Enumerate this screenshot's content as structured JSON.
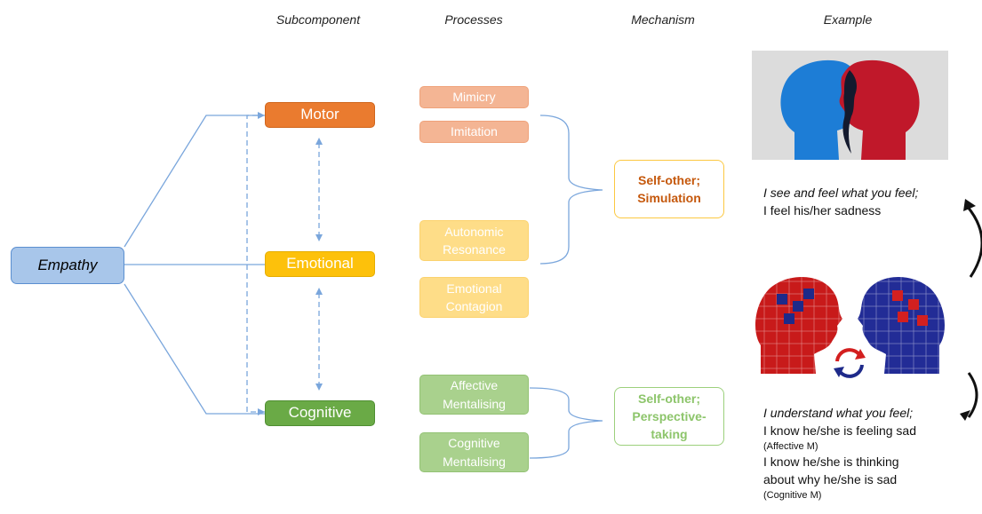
{
  "headers": {
    "subcomponent": "Subcomponent",
    "processes": "Processes",
    "mechanism": "Mechanism",
    "example": "Example"
  },
  "root": {
    "label": "Empathy"
  },
  "subcomponents": {
    "motor": "Motor",
    "emotional": "Emotional",
    "cognitive": "Cognitive"
  },
  "processes": {
    "mimicry": "Mimicry",
    "imitation": "Imitation",
    "autonomic_line1": "Autonomic",
    "autonomic_line2": "Resonance",
    "contagion_line1": "Emotional",
    "contagion_line2": "Contagion",
    "affective_line1": "Affective",
    "affective_line2": "Mentalising",
    "cognitive_line1": "Cognitive",
    "cognitive_line2": "Mentalising"
  },
  "mechanisms": {
    "simulation_line1": "Self-other;",
    "simulation_line2": "Simulation",
    "perspective_line1": "Self-other;",
    "perspective_line2": "Perspective-",
    "perspective_line3": "taking"
  },
  "examples": {
    "simulation": {
      "line1": "I see and feel what you feel;",
      "line2": "I feel his/her sadness"
    },
    "perspective": {
      "line1": "I understand what you feel;",
      "line2": "I know he/she is feeling sad",
      "line3": "Affective M",
      "line4": "I know he/she is thinking",
      "line5": "about why he/she is sad",
      "line6": "Cognitive M"
    }
  },
  "colors": {
    "motor": "#ea7b2f",
    "emotional": "#fdc10b",
    "cognitive": "#6aaa46",
    "connector": "#7aa6dc",
    "empathy": "#a8c6ea"
  },
  "icons": [
    "two-heads-profile-icon",
    "puzzle-heads-icon",
    "refresh-arrows-icon",
    "curved-arrow-icon"
  ]
}
